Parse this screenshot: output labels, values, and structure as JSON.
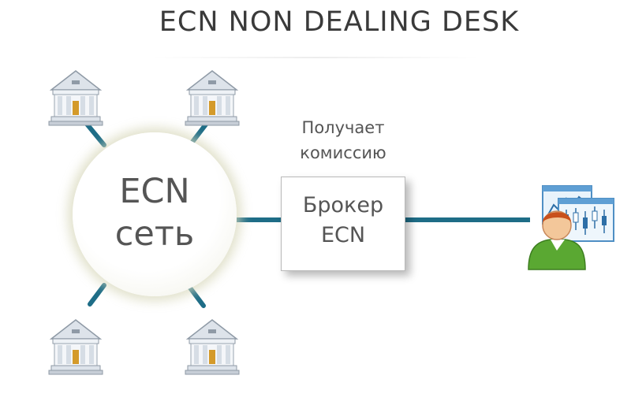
{
  "title": "ECN NON DEALING DESK",
  "network": {
    "line1": "ECN",
    "line2": "сеть"
  },
  "broker": {
    "line1": "Брокер",
    "line2": "ECN"
  },
  "commission": {
    "line1": "Получает",
    "line2": "комиссию"
  },
  "icons": {
    "bank": "bank-building-icon",
    "trader": "trader-with-charts-icon"
  },
  "colors": {
    "connector": "#1e6d87",
    "text": "#555555",
    "title": "#3a3a3a"
  }
}
